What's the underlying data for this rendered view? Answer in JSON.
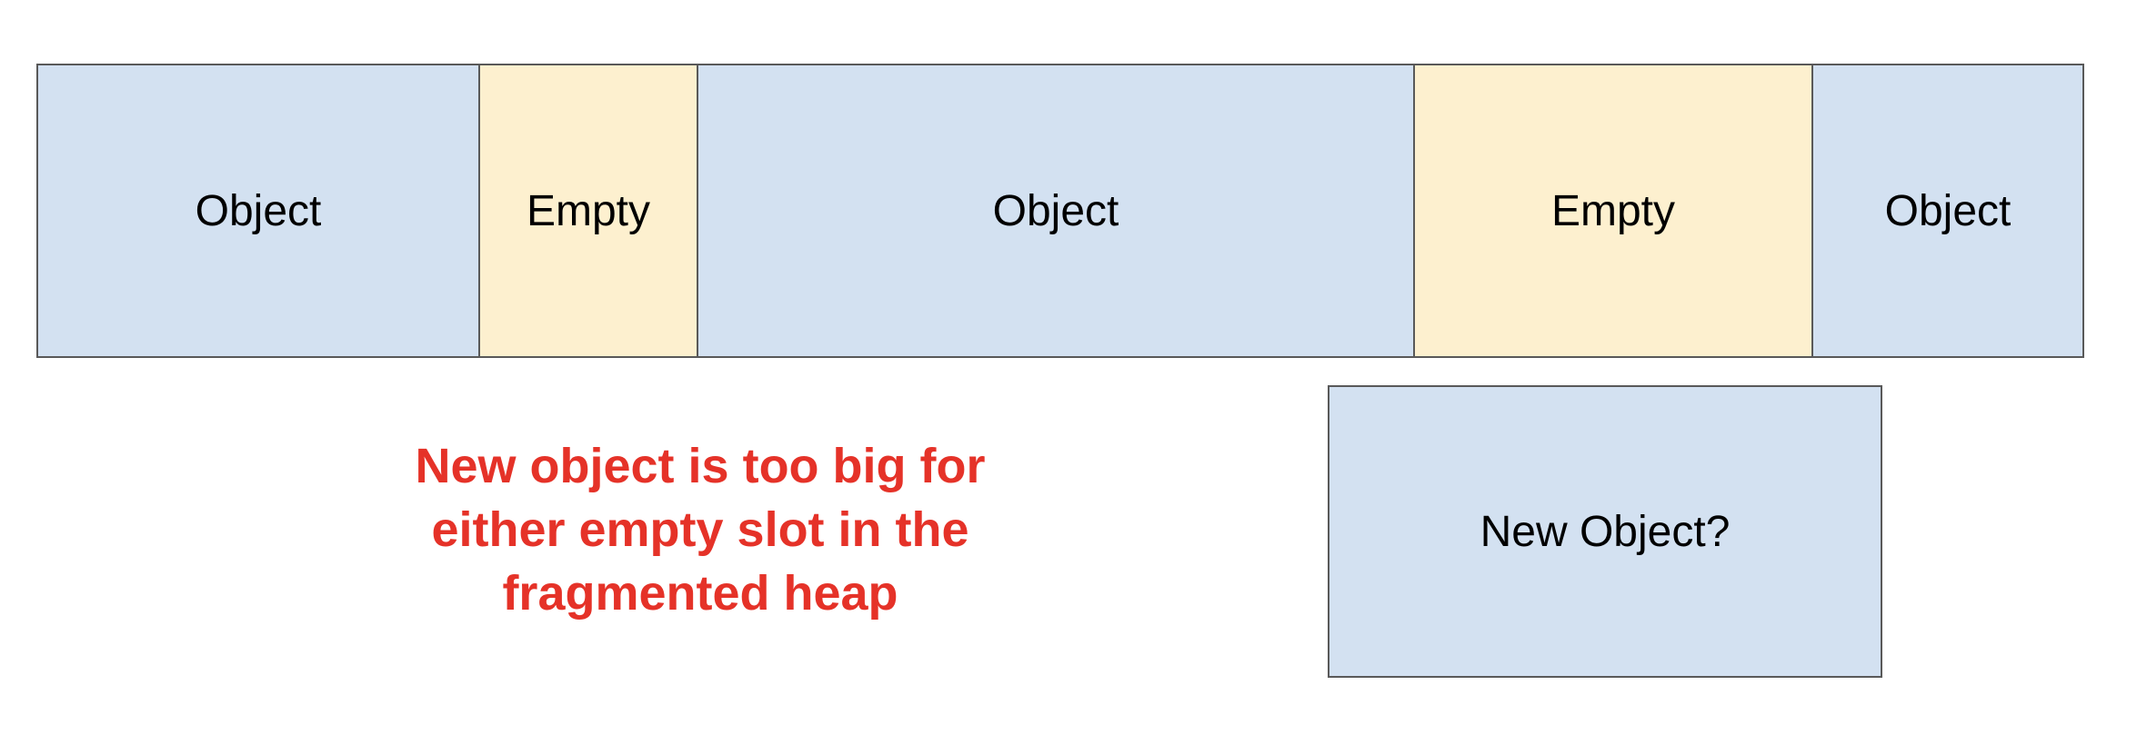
{
  "heap": {
    "blocks": [
      {
        "label": "Object",
        "kind": "object"
      },
      {
        "label": "Empty",
        "kind": "empty"
      },
      {
        "label": "Object",
        "kind": "object"
      },
      {
        "label": "Empty",
        "kind": "empty"
      },
      {
        "label": "Object",
        "kind": "object"
      }
    ]
  },
  "new_object": {
    "label": "New Object?"
  },
  "caption": {
    "lines": [
      "New object is too big for",
      "either empty slot in the",
      "fragmented heap"
    ]
  },
  "colors": {
    "object_fill": "#d3e1f1",
    "empty_fill": "#fdf0cf",
    "border": "#595959",
    "caption_text": "#e53228"
  }
}
